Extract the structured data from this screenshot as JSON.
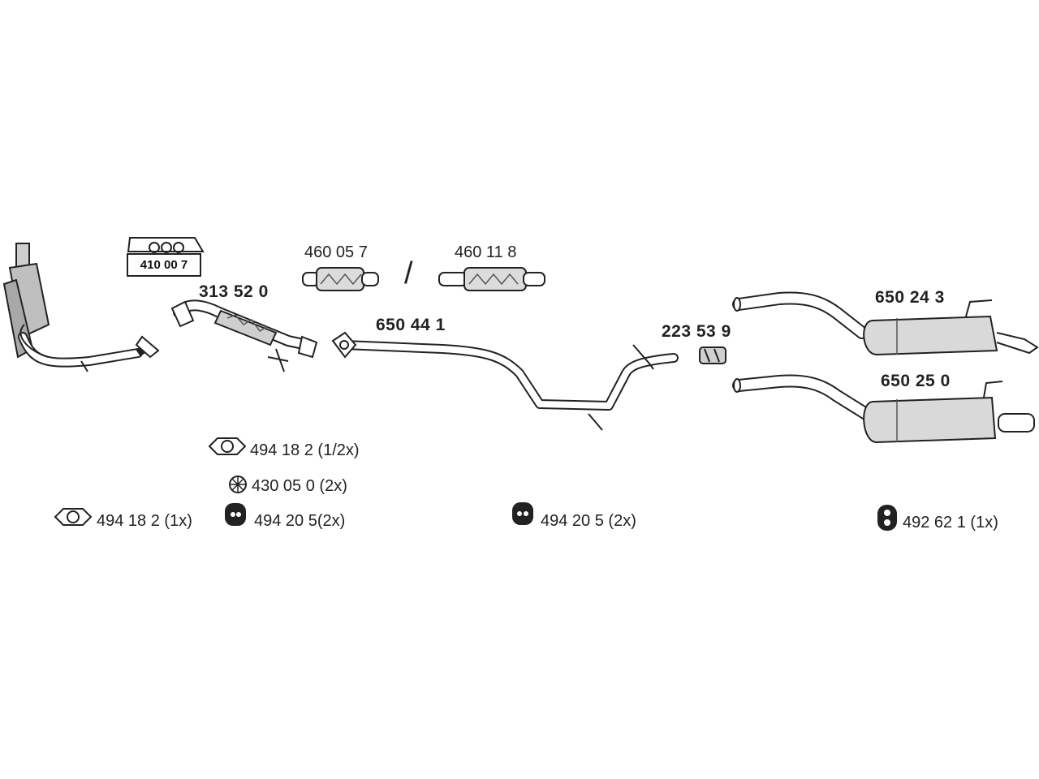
{
  "labels": {
    "gasket_kit": "410 00 7",
    "front_pipe": "313 52 0",
    "flex_pipe_a": "460 05 7",
    "separator": "/",
    "flex_pipe_b": "460 11 8",
    "middle_pipe": "650 44 1",
    "clamp": "223 53 9",
    "rear_silencer_a": "650 24 3",
    "rear_silencer_b": "650 25 0"
  },
  "accessories": {
    "gasket_half": "494 18 2 (1/2x)",
    "clamp_bolt": "430 05 0 (2x)",
    "gasket_one": "494 18 2 (1x)",
    "rubber_mount_front": "494 20 5(2x)",
    "rubber_mount_middle": "494 20 5 (2x)",
    "rubber_mount_rear": "492 62 1 (1x)"
  },
  "colors": {
    "line": "#222222",
    "pipe_fill": "#ffffff",
    "silencer_fill": "#d9d9d9",
    "catalyst_fill": "#bfbfbf"
  }
}
